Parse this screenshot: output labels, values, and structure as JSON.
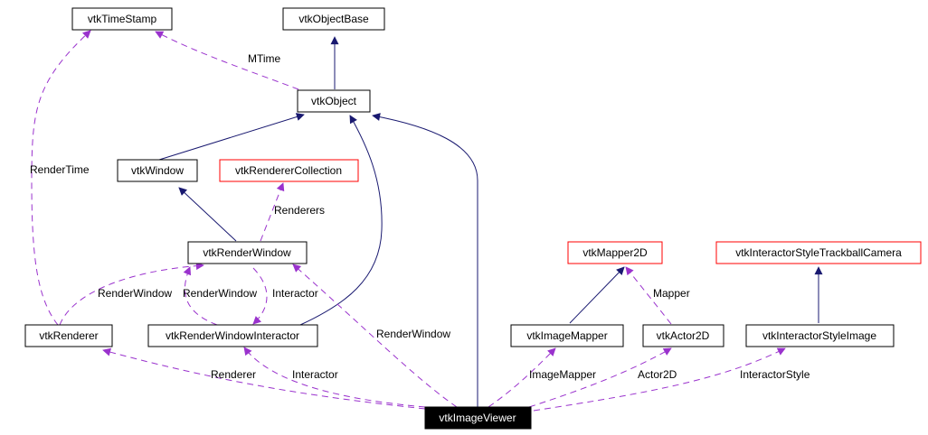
{
  "nodes": {
    "timestamp": "vtkTimeStamp",
    "objectbase": "vtkObjectBase",
    "object": "vtkObject",
    "window": "vtkWindow",
    "renderercollection": "vtkRendererCollection",
    "renderwindow": "vtkRenderWindow",
    "renderer": "vtkRenderer",
    "renderwindowinteractor": "vtkRenderWindowInteractor",
    "mapper2d": "vtkMapper2D",
    "interactorstyletrackballcamera": "vtkInteractorStyleTrackballCamera",
    "imagemapper": "vtkImageMapper",
    "actor2d": "vtkActor2D",
    "interactorstyleimage": "vtkInteractorStyleImage",
    "imageviewer": "vtkImageViewer"
  },
  "edge_labels": {
    "mtime": "MTime",
    "rendertime": "RenderTime",
    "renderers": "Renderers",
    "renderwindow_from_renderer": "RenderWindow",
    "renderwindow_from_interactor": "RenderWindow",
    "interactor_in_renderwindow": "Interactor",
    "renderwindow_in_viewer": "RenderWindow",
    "renderer_in_viewer": "Renderer",
    "interactor_in_viewer": "Interactor",
    "mapper": "Mapper",
    "imagemapper_in_viewer": "ImageMapper",
    "actor2d_in_viewer": "Actor2D",
    "interactorstyle_in_viewer": "InteractorStyle"
  },
  "colors": {
    "inheritance_edge": "#191970",
    "usage_edge": "#9a32cd",
    "red_border": "#ff0000",
    "focus_fill": "#000000"
  }
}
